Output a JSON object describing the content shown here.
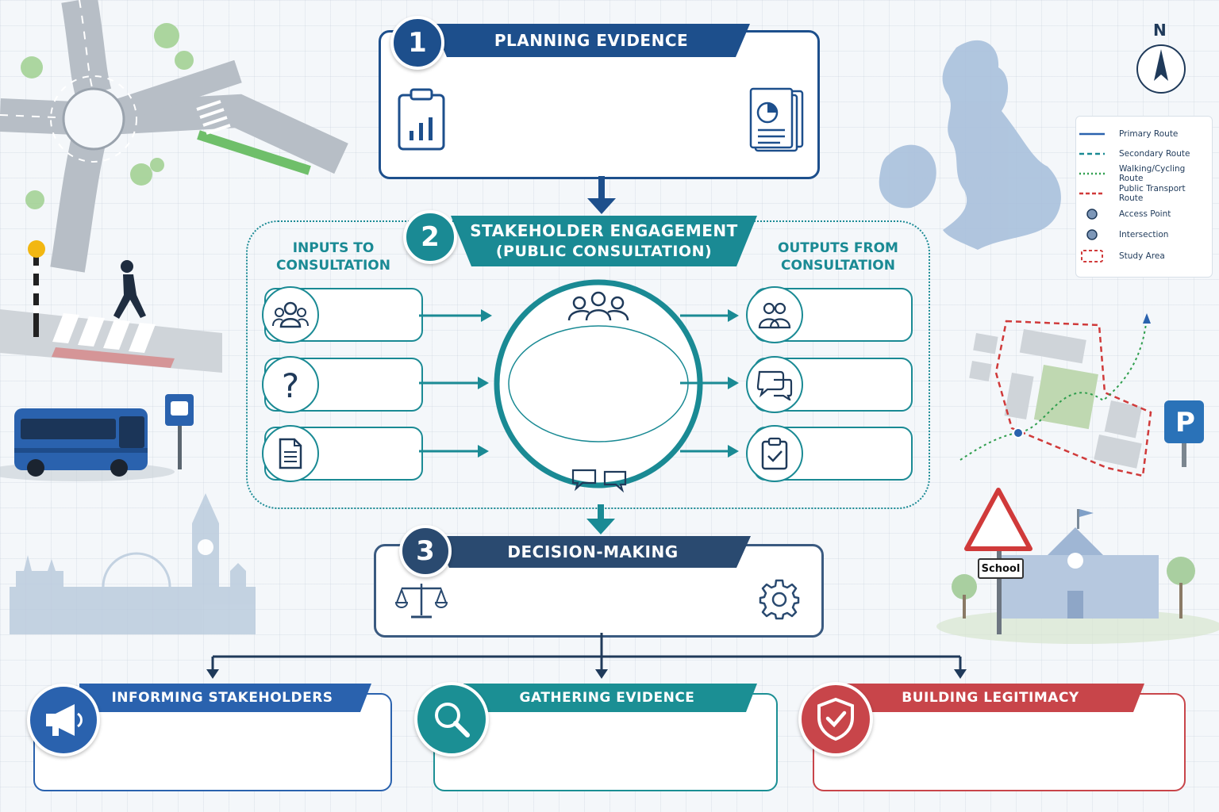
{
  "steps": {
    "planning": {
      "number": "1",
      "title": "PLANNING EVIDENCE"
    },
    "engagement": {
      "number": "2",
      "title_line1": "STAKEHOLDER ENGAGEMENT",
      "title_line2": "(PUBLIC CONSULTATION)"
    },
    "decision": {
      "number": "3",
      "title": "DECISION-MAKING"
    }
  },
  "consultation": {
    "inputs_label_line1": "INPUTS TO",
    "inputs_label_line2": "CONSULTATION",
    "outputs_label_line1": "OUTPUTS FROM",
    "outputs_label_line2": "CONSULTATION"
  },
  "outcomes": [
    {
      "title": "INFORMING STAKEHOLDERS",
      "color": "#2a62ae"
    },
    {
      "title": "GATHERING EVIDENCE",
      "color": "#1b8f94"
    },
    {
      "title": "BUILDING LEGITIMACY",
      "color": "#c8454a"
    }
  ],
  "legend": {
    "items": [
      {
        "label": "Primary Route",
        "style": "solid-blue"
      },
      {
        "label": "Secondary Route",
        "style": "dashed-teal"
      },
      {
        "label": "Walking/Cycling Route",
        "style": "dotted-green"
      },
      {
        "label": "Public Transport Route",
        "style": "dashed-red"
      },
      {
        "label": "Access Point",
        "style": "dot"
      },
      {
        "label": "Intersection",
        "style": "dot"
      },
      {
        "label": "Study Area",
        "style": "red-box"
      }
    ]
  },
  "compass": {
    "label": "N"
  },
  "map_labels": {
    "school": "School",
    "parking": "P"
  },
  "colors": {
    "navy": "#1d4f8c",
    "teal": "#1a8a94",
    "red": "#c8454a",
    "blue": "#2a62ae"
  }
}
